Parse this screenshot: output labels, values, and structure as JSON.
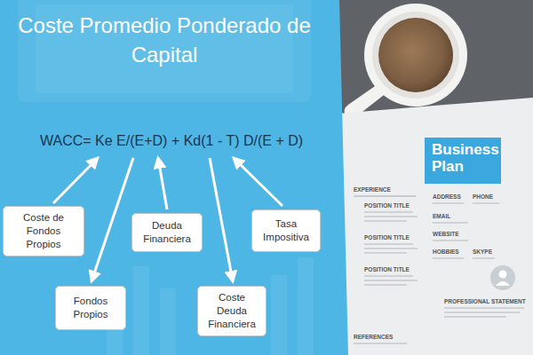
{
  "diagram": {
    "title": "Coste Promedio Ponderado de Capital",
    "nodes": [
      {
        "text": [
          "Coste de Fondos Propios"
        ]
      },
      {
        "text": [
          "Deuda Financiera"
        ]
      },
      {
        "text": [
          "Tasa Impositiva"
        ]
      },
      {
        "text": [
          "Fondos Propios"
        ]
      },
      {
        "text": [
          "Coste Deuda Financiera"
        ]
      }
    ],
    "labels": [
      "WACC= Ke E/(E+D) + Kd(1 - T) D/(E + D)",
      "Business Plan",
      "EXPERIENCE",
      "POSITION TITLE",
      "POSITION TITLE",
      "POSITION TITLE",
      "ADDRESS",
      "PHONE",
      "EMAIL",
      "WEBSITE",
      "HOBBIES",
      "SKYPE",
      "PROFESSIONAL STATEMENT",
      "REFERENCES"
    ]
  }
}
